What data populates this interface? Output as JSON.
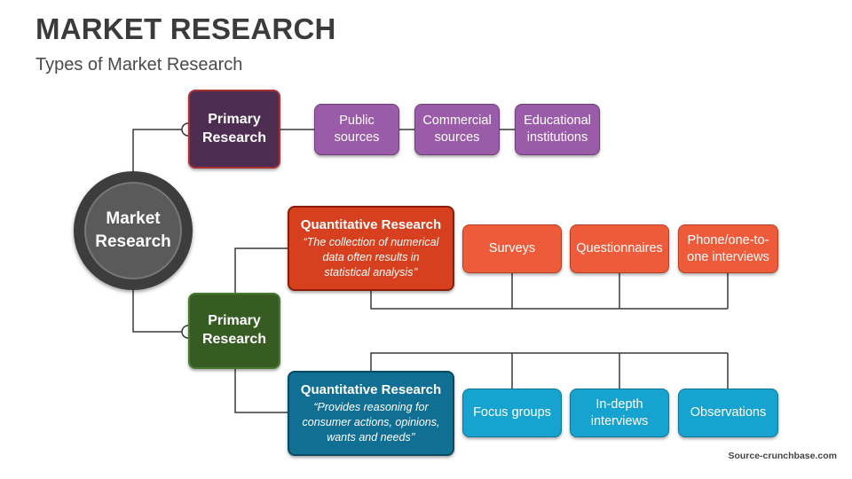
{
  "header": {
    "title": "MARKET RESEARCH",
    "subtitle": "Types of Market Research"
  },
  "center": {
    "label_line1": "Market",
    "label_line2": "Research"
  },
  "branches": [
    {
      "label_line1": "Primary",
      "label_line2": "Research",
      "color": "#4e2d52",
      "children": [
        {
          "line1": "Public",
          "line2": "sources"
        },
        {
          "line1": "Commercial",
          "line2": "sources"
        },
        {
          "line1": "Educational",
          "line2": "institutions"
        }
      ],
      "child_color": "#9a5ba8"
    },
    {
      "label_line1": "Primary",
      "label_line2": "Research",
      "color": "#375c23",
      "groups": [
        {
          "title": "Quantitative Research",
          "desc_line1": "“The collection of numerical",
          "desc_line2": "data often results in",
          "desc_line3": "statistical analysis’’",
          "color": "#d6401f",
          "children": [
            {
              "line1": "Surveys",
              "line2": ""
            },
            {
              "line1": "Questionnaires",
              "line2": ""
            },
            {
              "line1": "Phone/one-to-",
              "line2": "one interviews"
            }
          ],
          "child_color": "#ee5b3a"
        },
        {
          "title": "Quantitative Research",
          "desc_line1": "“Provides reasoning for",
          "desc_line2": "consumer actions, opinions,",
          "desc_line3": "wants and needs’’",
          "color": "#116f93",
          "children": [
            {
              "line1": "Focus groups",
              "line2": ""
            },
            {
              "line1": "In-depth",
              "line2": "interviews"
            },
            {
              "line1": "Observations",
              "line2": ""
            }
          ],
          "child_color": "#17a3cf"
        }
      ]
    }
  ],
  "footer": {
    "source": "Source-crunchbase.com"
  }
}
